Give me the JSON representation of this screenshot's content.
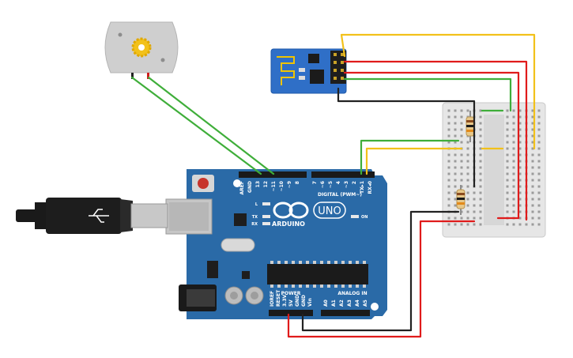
{
  "board": {
    "logo_text": "ARDUINO",
    "model": "UNO",
    "digital_header": "DIGITAL (PWM~)",
    "power_header": "POWER",
    "analog_header": "ANALOG IN",
    "on_label": "ON",
    "led_labels": [
      "L",
      "TX",
      "RX"
    ],
    "top_pins": [
      "AREF",
      "GND",
      "13",
      "12",
      "~11",
      "~10",
      "~9",
      "8",
      "7",
      "~6",
      "~5",
      "4",
      "~3",
      "2",
      "TX▸1",
      "RX◂0"
    ],
    "power_pins": [
      "IOREF",
      "RESET",
      "3.3V",
      "5V",
      "GND",
      "GND",
      "Vin"
    ],
    "analog_pins": [
      "A0",
      "A1",
      "A2",
      "A3",
      "A4",
      "A5"
    ]
  },
  "components": {
    "motor": "dc-motor",
    "wifi_module": "esp8266-module",
    "breadboard": "mini-breadboard",
    "resistors": 2,
    "usb_cable": "usb-b-cable"
  },
  "colors": {
    "board": "#2a6aa7",
    "board_dark": "#1d4f80",
    "wire_red": "#e01b1b",
    "wire_black": "#222222",
    "wire_green": "#3fae3a",
    "wire_yellow": "#f2c11a",
    "module_blue": "#2f6fc7",
    "breadboard": "#e6e6e6"
  }
}
